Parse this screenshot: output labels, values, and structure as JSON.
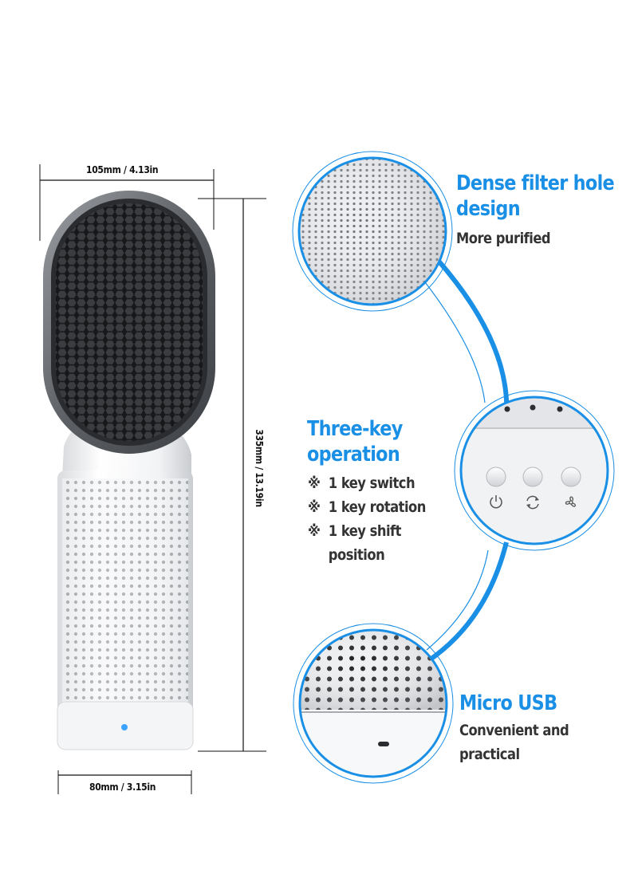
{
  "dimensions": {
    "top_width": "105mm / 4.13in",
    "height": "335mm / 13.19in",
    "bottom_width": "80mm / 3.15in"
  },
  "features": [
    {
      "title_lines": [
        "Dense filter hole",
        "design"
      ],
      "subtitle_lines": [
        "More purified"
      ],
      "icon": "dense-filter-detail"
    },
    {
      "title_lines": [
        "Three-key",
        "operation"
      ],
      "list": [
        {
          "mark": "※",
          "text": "1 key switch"
        },
        {
          "mark": "※",
          "text": "1 key rotation"
        },
        {
          "mark": "※",
          "text": "1 key shift"
        },
        {
          "mark": "",
          "text": "position"
        }
      ],
      "icons": [
        "power-icon",
        "rotation-icon",
        "fan-icon"
      ]
    },
    {
      "title_lines": [
        "Micro USB"
      ],
      "subtitle_lines": [
        "Convenient and",
        "practical"
      ],
      "icon": "usb-port-detail"
    }
  ],
  "colors": {
    "accent": "#1a8fe6",
    "body_white": "#f2f3f5",
    "grille_dark": "#2b2d30",
    "frame_gray": "#6f7378"
  }
}
